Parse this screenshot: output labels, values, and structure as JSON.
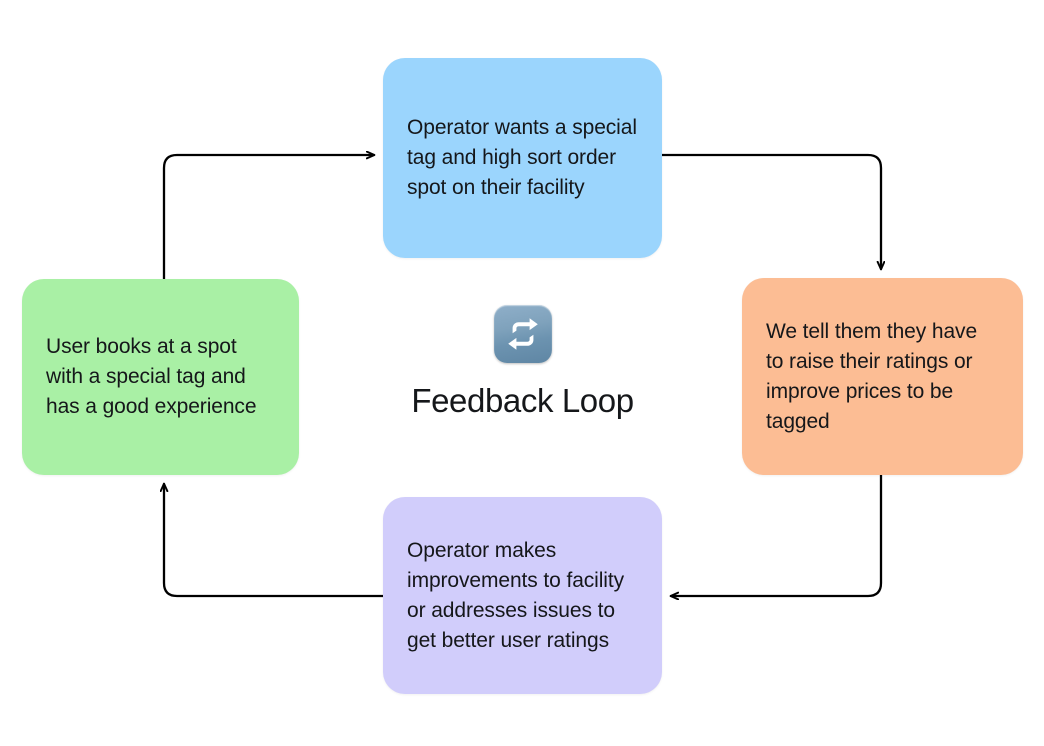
{
  "diagram": {
    "title": "Feedback Loop",
    "center_icon": "repeat-loop-icon",
    "background_color": "#FFFFFF",
    "connector_color": "#000000",
    "nodes": [
      {
        "id": "operator-wants",
        "label": "Operator wants a special tag and high sort order spot on their facility",
        "color": "#9BD5FD",
        "position": "top"
      },
      {
        "id": "we-tell-them",
        "label": "We tell them they have to raise their ratings or improve prices to be tagged",
        "color": "#FCBD94",
        "position": "right"
      },
      {
        "id": "operator-improves",
        "label": "Operator makes improvements to facility or addresses issues to get better user ratings",
        "color": "#D1CDFB",
        "position": "bottom"
      },
      {
        "id": "user-books",
        "label": "User books at a spot with a special tag and has a good experience",
        "color": "#A9F0A5",
        "position": "left"
      }
    ],
    "connectors": [
      {
        "id": "user-books-to-operator-wants",
        "from": "user-books",
        "to": "operator-wants",
        "direction": "up-then-right"
      },
      {
        "id": "operator-wants-to-we-tell-them",
        "from": "operator-wants",
        "to": "we-tell-them",
        "direction": "right-then-down"
      },
      {
        "id": "we-tell-them-to-operator-improves",
        "from": "we-tell-them",
        "to": "operator-improves",
        "direction": "down-then-left"
      },
      {
        "id": "operator-improves-to-user-books",
        "from": "operator-improves",
        "to": "user-books",
        "direction": "left-then-up"
      }
    ]
  }
}
